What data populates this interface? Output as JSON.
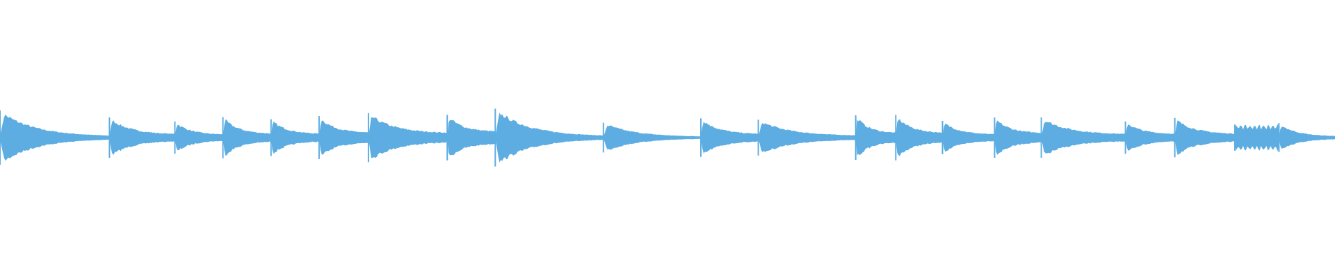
{
  "waveform": {
    "color": "#5DADE2",
    "segments": [
      {
        "start": 0.0,
        "end": 0.082,
        "amp": 0.62,
        "tail": 0.04,
        "buzz": false
      },
      {
        "start": 0.082,
        "end": 0.131,
        "amp": 0.46,
        "tail": 0.16,
        "buzz": false
      },
      {
        "start": 0.131,
        "end": 0.167,
        "amp": 0.37,
        "tail": 0.18,
        "buzz": false
      },
      {
        "start": 0.167,
        "end": 0.203,
        "amp": 0.47,
        "tail": 0.18,
        "buzz": false
      },
      {
        "start": 0.203,
        "end": 0.239,
        "amp": 0.42,
        "tail": 0.2,
        "buzz": false
      },
      {
        "start": 0.239,
        "end": 0.276,
        "amp": 0.49,
        "tail": 0.22,
        "buzz": false
      },
      {
        "start": 0.276,
        "end": 0.335,
        "amp": 0.56,
        "tail": 0.18,
        "buzz": false
      },
      {
        "start": 0.335,
        "end": 0.371,
        "amp": 0.52,
        "tail": 0.26,
        "buzz": false
      },
      {
        "start": 0.371,
        "end": 0.452,
        "amp": 0.66,
        "tail": 0.04,
        "buzz": false
      },
      {
        "start": 0.452,
        "end": 0.525,
        "amp": 0.34,
        "tail": 0.05,
        "buzz": false
      },
      {
        "start": 0.525,
        "end": 0.568,
        "amp": 0.44,
        "tail": 0.18,
        "buzz": false
      },
      {
        "start": 0.568,
        "end": 0.641,
        "amp": 0.41,
        "tail": 0.1,
        "buzz": false
      },
      {
        "start": 0.641,
        "end": 0.671,
        "amp": 0.51,
        "tail": 0.2,
        "buzz": false
      },
      {
        "start": 0.671,
        "end": 0.706,
        "amp": 0.52,
        "tail": 0.2,
        "buzz": false
      },
      {
        "start": 0.706,
        "end": 0.745,
        "amp": 0.38,
        "tail": 0.18,
        "buzz": false
      },
      {
        "start": 0.745,
        "end": 0.78,
        "amp": 0.46,
        "tail": 0.22,
        "buzz": false
      },
      {
        "start": 0.78,
        "end": 0.843,
        "amp": 0.46,
        "tail": 0.16,
        "buzz": false
      },
      {
        "start": 0.843,
        "end": 0.88,
        "amp": 0.37,
        "tail": 0.22,
        "buzz": false
      },
      {
        "start": 0.88,
        "end": 0.925,
        "amp": 0.45,
        "tail": 0.18,
        "buzz": false
      },
      {
        "start": 0.925,
        "end": 0.958,
        "amp": 0.3,
        "tail": 0.3,
        "buzz": true
      },
      {
        "start": 0.958,
        "end": 1.0,
        "amp": 0.33,
        "tail": 0.08,
        "buzz": false
      }
    ]
  }
}
